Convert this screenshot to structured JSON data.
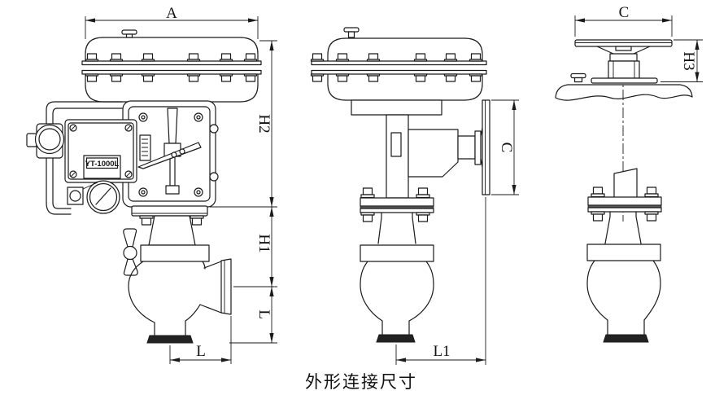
{
  "drawing": {
    "caption": "外形连接尺寸",
    "positioner_model": "YT-1000L",
    "line_color": "#1a1a1a",
    "background_color": "#ffffff",
    "dim_labels": {
      "a": "A",
      "h2": "H2",
      "h1": "H1",
      "h3": "H3",
      "l_vertical": "L",
      "l_bottom": "L",
      "l1": "L1",
      "c_side": "C",
      "c_top": "C"
    }
  }
}
